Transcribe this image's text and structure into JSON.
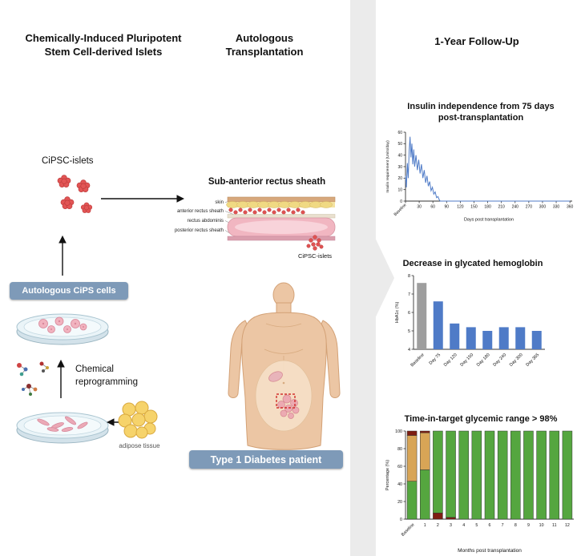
{
  "headers": {
    "left_line1": "Chemically-Induced Pluripotent",
    "left_line2": "Stem Cell-derived Islets",
    "middle_line1": "Autologous",
    "middle_line2": "Transplantation",
    "right": "1-Year Follow-Up"
  },
  "left_panel": {
    "islets_label": "CiPSC-islets",
    "cips_badge": "Autologous CiPS cells",
    "reprogramming_line1": "Chemical",
    "reprogramming_line2": "reprogramming",
    "adipose_label": "adipose tissue"
  },
  "middle_panel": {
    "site_label": "Sub-anterior rectus sheath",
    "anatomy_layers": [
      "skin",
      "anterior rectus sheath",
      "rectus abdominis",
      "posterior rectus sheath"
    ],
    "islets_label": "CiPSC-islets",
    "patient_badge": "Type 1 Diabetes patient"
  },
  "colors": {
    "badge_blue": "#7e9ab8",
    "line_blue": "#4f7bc7",
    "bar_gray": "#9e9e9e",
    "tir_green": "#55a63f",
    "tir_orange": "#d8a556",
    "tir_red": "#7e1d12",
    "arrow_gray": "#ebebeb"
  },
  "chart_data": [
    {
      "type": "line",
      "title_line1": "Insulin independence from 75 days",
      "title_line2": "post-transplantation",
      "xlabel": "Days post transplantation",
      "ylabel": "Insulin requirement (Units/day)",
      "xlim": [
        0,
        365
      ],
      "ylim": [
        0,
        60
      ],
      "yticks": [
        0,
        10,
        20,
        30,
        40,
        50,
        60
      ],
      "xticks": [
        {
          "v": 0,
          "label": "Baseline"
        },
        {
          "v": 30,
          "label": "30"
        },
        {
          "v": 60,
          "label": "60"
        },
        {
          "v": 90,
          "label": "90"
        },
        {
          "v": 120,
          "label": "120"
        },
        {
          "v": 150,
          "label": "150"
        },
        {
          "v": 180,
          "label": "180"
        },
        {
          "v": 210,
          "label": "210"
        },
        {
          "v": 240,
          "label": "240"
        },
        {
          "v": 270,
          "label": "270"
        },
        {
          "v": 300,
          "label": "300"
        },
        {
          "v": 330,
          "label": "330"
        },
        {
          "v": 360,
          "label": "360"
        }
      ],
      "x": [
        0,
        2,
        4,
        6,
        8,
        10,
        12,
        14,
        16,
        18,
        20,
        23,
        26,
        29,
        32,
        35,
        38,
        41,
        44,
        47,
        50,
        53,
        56,
        59,
        62,
        65,
        68,
        71,
        74,
        76,
        90,
        120,
        150,
        180,
        210,
        240,
        270,
        300,
        330,
        360
      ],
      "y": [
        22,
        12,
        33,
        20,
        44,
        56,
        38,
        50,
        32,
        45,
        30,
        40,
        27,
        36,
        24,
        32,
        20,
        27,
        16,
        22,
        13,
        17,
        9,
        12,
        6,
        8,
        3,
        4,
        1,
        0,
        0,
        0,
        0,
        0,
        0,
        0,
        0,
        0,
        0,
        0
      ],
      "line_color": "#4f7bc7"
    },
    {
      "type": "bar",
      "title": "Decrease in glycated hemoglobin",
      "ylabel": "HbA1c (%)",
      "ylim": [
        4,
        8
      ],
      "yticks": [
        4,
        5,
        6,
        7,
        8
      ],
      "categories": [
        "Baseline",
        "Day 75",
        "Day 120",
        "Day 150",
        "Day 180",
        "Day 240",
        "Day 300",
        "Day 365"
      ],
      "values": [
        7.6,
        6.6,
        5.4,
        5.2,
        5.0,
        5.2,
        5.2,
        5.0
      ],
      "bar_colors": [
        "#9e9e9e",
        "#4f7bc7",
        "#4f7bc7",
        "#4f7bc7",
        "#4f7bc7",
        "#4f7bc7",
        "#4f7bc7",
        "#4f7bc7"
      ]
    },
    {
      "type": "stacked_bar",
      "title": "Time-in-target glycemic range > 98%",
      "ylabel": "Percentage (%)",
      "xlabel": "Months post transplantation",
      "ylim": [
        0,
        100
      ],
      "yticks": [
        0,
        20,
        40,
        60,
        80,
        100
      ],
      "categories": [
        "Baseline",
        "1",
        "2",
        "3",
        "4",
        "5",
        "6",
        "7",
        "8",
        "9",
        "10",
        "11",
        "12"
      ],
      "bars": [
        {
          "segments": [
            {
              "value": 43,
              "color": "#55a63f"
            },
            {
              "value": 52,
              "color": "#d8a556"
            },
            {
              "value": 5,
              "color": "#7e1d12"
            }
          ]
        },
        {
          "segments": [
            {
              "value": 56,
              "color": "#55a63f"
            },
            {
              "value": 42,
              "color": "#d8a556"
            },
            {
              "value": 2,
              "color": "#7e1d12"
            }
          ]
        },
        {
          "segments": [
            {
              "value": 7,
              "color": "#7e1d12"
            },
            {
              "value": 93,
              "color": "#55a63f"
            }
          ]
        },
        {
          "segments": [
            {
              "value": 2,
              "color": "#7e1d12"
            },
            {
              "value": 98,
              "color": "#55a63f"
            }
          ]
        },
        {
          "segments": [
            {
              "value": 100,
              "color": "#55a63f"
            }
          ]
        },
        {
          "segments": [
            {
              "value": 100,
              "color": "#55a63f"
            }
          ]
        },
        {
          "segments": [
            {
              "value": 100,
              "color": "#55a63f"
            }
          ]
        },
        {
          "segments": [
            {
              "value": 100,
              "color": "#55a63f"
            }
          ]
        },
        {
          "segments": [
            {
              "value": 100,
              "color": "#55a63f"
            }
          ]
        },
        {
          "segments": [
            {
              "value": 100,
              "color": "#55a63f"
            }
          ]
        },
        {
          "segments": [
            {
              "value": 100,
              "color": "#55a63f"
            }
          ]
        },
        {
          "segments": [
            {
              "value": 100,
              "color": "#55a63f"
            }
          ]
        },
        {
          "segments": [
            {
              "value": 100,
              "color": "#55a63f"
            }
          ]
        }
      ],
      "bar_stroke": "#333333"
    }
  ]
}
